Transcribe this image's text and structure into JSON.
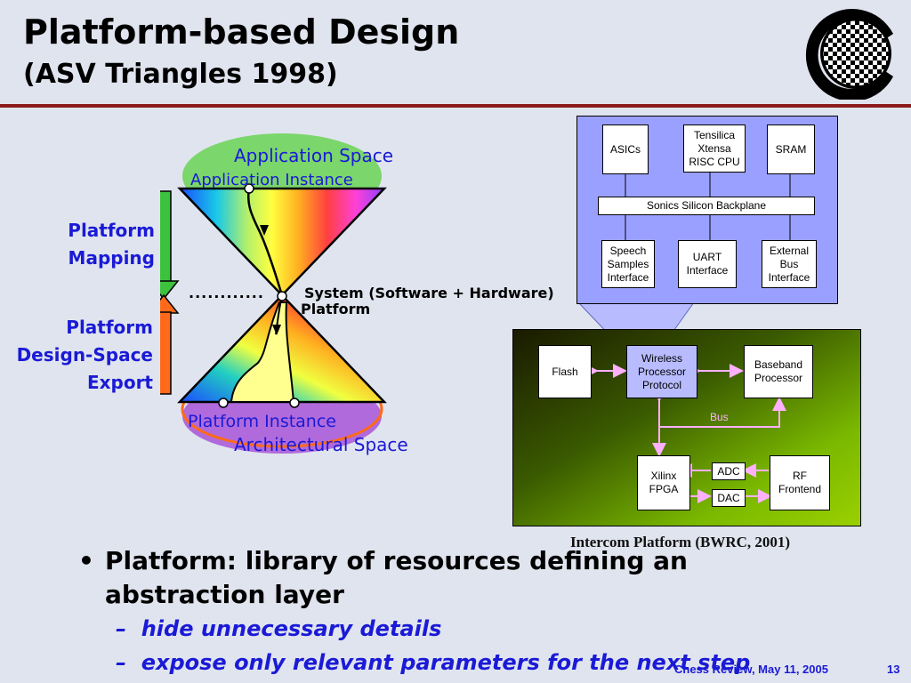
{
  "title": {
    "line1": "Platform-based Design",
    "line2": "(ASV Triangles 1998)"
  },
  "logo": {
    "icon": "checkered-c-logo-icon"
  },
  "triangle": {
    "application_space": "Application Space",
    "application_instance": "Application Instance",
    "system_label": "System (Software + Hardware)",
    "platform_label": "Platform",
    "platform_instance": "Platform Instance",
    "architectural_space": "Architectural Space",
    "dots": "............",
    "platform_mapping_line1": "Platform",
    "platform_mapping_line2": "Mapping",
    "platform_dse_line1": "Platform",
    "platform_dse_line2": "Design-Space",
    "platform_dse_line3": "Export",
    "colors": {
      "mapping_arrow": "#3cc23c",
      "export_arrow": "#ff6a1a",
      "app_ellipse": "#7bd66b",
      "arch_ellipse": "#b06adb"
    }
  },
  "processor_diagram": {
    "background": "#9aa0ff",
    "asics": "ASICs",
    "tensilica_line1": "Tensilica",
    "tensilica_line2": "Xtensa",
    "tensilica_line3": "RISC CPU",
    "sram": "SRAM",
    "backplane": "Sonics Silicon Backplane",
    "speech_line1": "Speech",
    "speech_line2": "Samples",
    "speech_line3": "Interface",
    "uart_line1": "UART",
    "uart_line2": "Interface",
    "ext_line1": "External",
    "ext_line2": "Bus",
    "ext_line3": "Interface"
  },
  "intercom_diagram": {
    "flash": "Flash",
    "wireless_line1": "Wireless",
    "wireless_line2": "Processor",
    "wireless_line3": "Protocol",
    "baseband_line1": "Baseband",
    "baseband_line2": "Processor",
    "bus": "Bus",
    "xilinx_line1": "Xilinx",
    "xilinx_line2": "FPGA",
    "adc": "ADC",
    "dac": "DAC",
    "rf_line1": "RF",
    "rf_line2": "Frontend",
    "caption": "Intercom Platform (BWRC, 2001)"
  },
  "bullets": {
    "main_line1": "Platform: library of resources defining an",
    "main_line2": "abstraction layer",
    "sub1": "hide unnecessary details",
    "sub2": "expose only relevant parameters for the next step",
    "dash": "–",
    "dot": "•"
  },
  "footer": {
    "text": "Chess Review, May 11, 2005",
    "page": "13"
  }
}
